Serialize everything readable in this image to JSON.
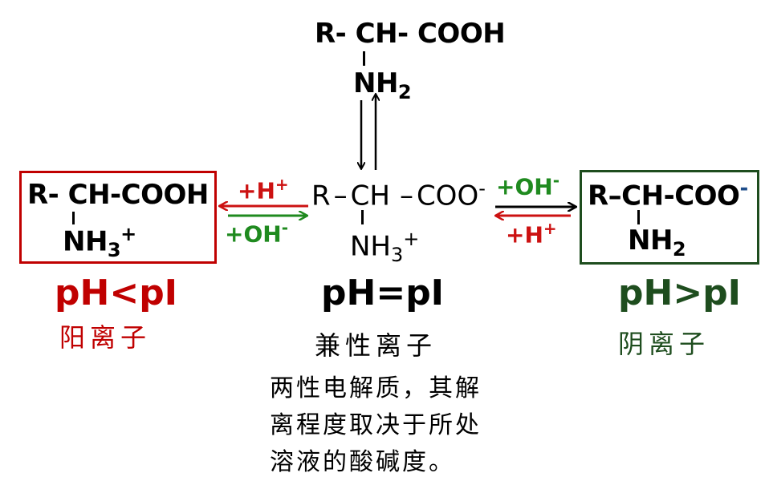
{
  "colors": {
    "cation": "#c00000",
    "anion": "#1e4d1e",
    "acid_arrow": "#cc1111",
    "base_arrow": "#1f8a1f",
    "text": "#000000"
  },
  "top_molecule": {
    "main": "R- CH- COOH",
    "nh": "NH",
    "sub": "2"
  },
  "zwitterion": {
    "r": "R",
    "ch": "CH",
    "coo": "COO",
    "charge": "-",
    "nh": "NH",
    "sub": "3",
    "sup": "+",
    "condition": "pH=pI",
    "label": "兼性离子"
  },
  "cation": {
    "main": "R- CH-COOH",
    "nh": "NH",
    "sub": "3",
    "sup": "+",
    "condition": "pH<pI",
    "label": "阳离子"
  },
  "anion": {
    "main": "R–CH-COO",
    "charge": "-",
    "nh": "NH",
    "sub": "2",
    "condition": "pH>pI",
    "label": "阴离子"
  },
  "reagents": {
    "left_top": "+H",
    "left_top_sup": "+",
    "left_bottom": "+OH",
    "left_bottom_sup": "-",
    "right_top": "+OH",
    "right_top_sup": "-",
    "right_bottom": "+H",
    "right_bottom_sup": "+"
  },
  "note_lines": [
    "两性电解质，其解",
    "离程度取决于所处",
    "溶液的酸碱度。"
  ]
}
